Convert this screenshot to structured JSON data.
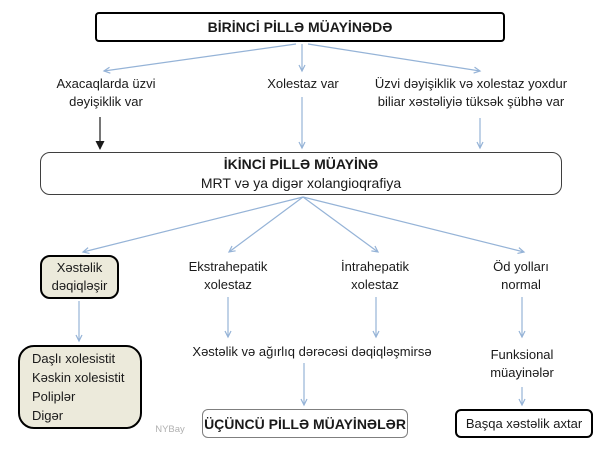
{
  "diagram_title": "BİRİNCİ PİLLƏ MÜAYİNƏDƏ",
  "nodes": {
    "stage1": "BİRİNCİ PİLLƏ MÜAYİNƏDƏ",
    "organ_change": "Axacaqlarda üzvi\ndəyişiklik var",
    "cholestasis": "Xolestaz var",
    "no_change": "Üzvi dəyişiklik və xolestaz yoxdur\nbiliar xəstəliyiə tüksək şübhə var",
    "stage2_title": "İKİNCİ PİLLƏ MÜAYİNƏ",
    "stage2_subtitle": "MRT və ya digər xolangioqrafiya",
    "disease_confirmed": "Xəstəlik\ndəqiqləşir",
    "extrahepatic": "Ekstrahepatik\nxolestaz",
    "intrahepatic": "İntrahepatik\nxolestaz",
    "bile_ducts_normal": "Öd yolları\nnormal",
    "diagnosis_list": "Daşlı xolesistit\nKəskin xolesistit\nPoliplər\nDigər",
    "unclear": "Xəstəlik və ağırlıq dərəcəsi dəqiqləşmirsə",
    "functional_exams": "Funksional\nmüayinələr",
    "stage3": "ÜÇÜNCÜ PİLLƏ MÜAYİNƏLƏR",
    "search_other": "Başqa xəstəlik axtar"
  },
  "watermark": "NYBay",
  "colors": {
    "arrow_blue": "#95b3d7",
    "arrow_black": "#1a1a1a",
    "shaded_fill": "#eceadb",
    "border_black": "#000000",
    "border_gray": "#7f7f7f",
    "watermark_gray": "#b0b0b0"
  }
}
